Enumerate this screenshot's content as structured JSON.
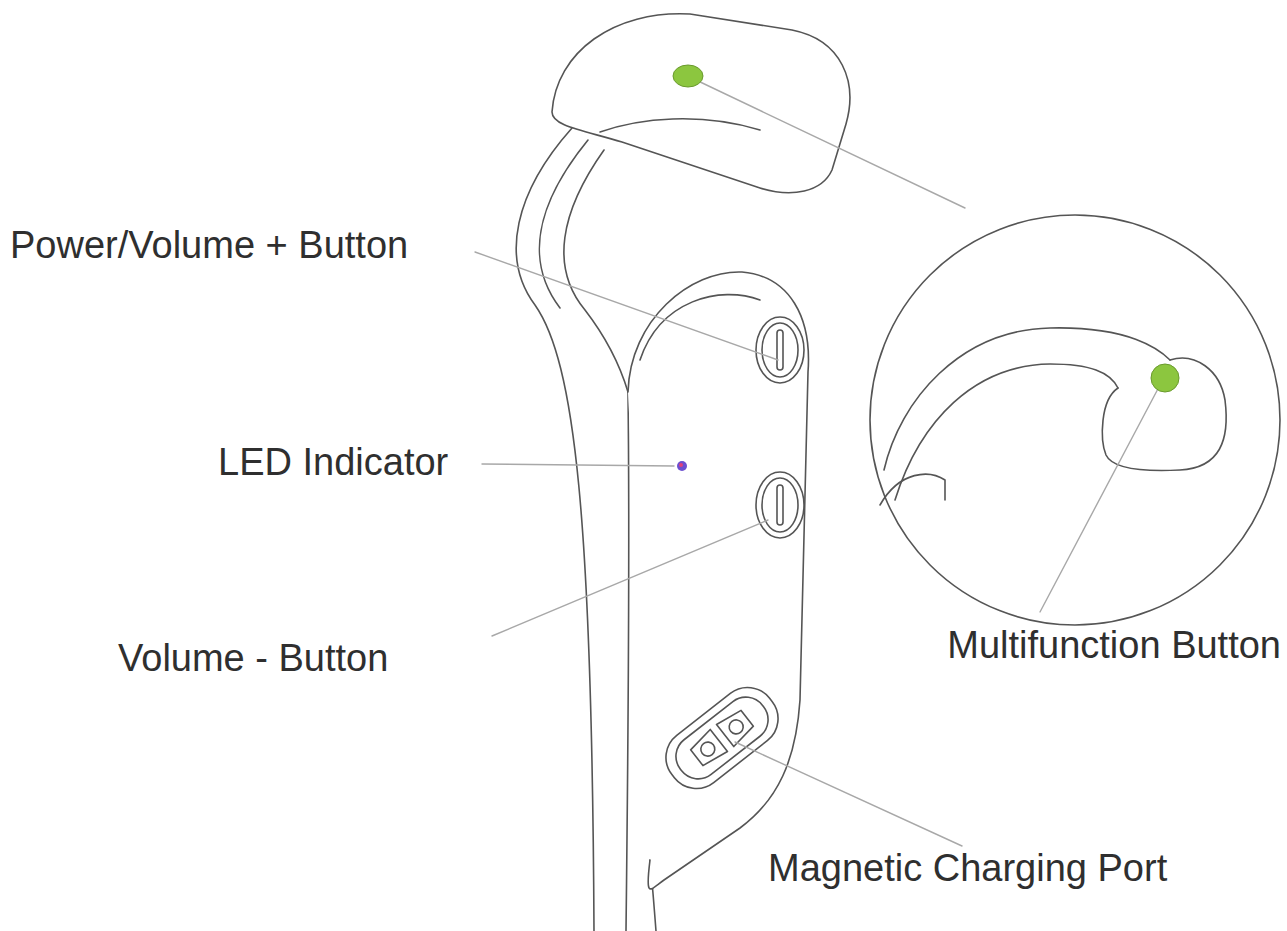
{
  "diagram": {
    "labels": [
      "Power/Volume + Button",
      "LED Indicator",
      "Volume - Button",
      "Multifunction Button",
      "Magnetic Charging Port"
    ]
  }
}
